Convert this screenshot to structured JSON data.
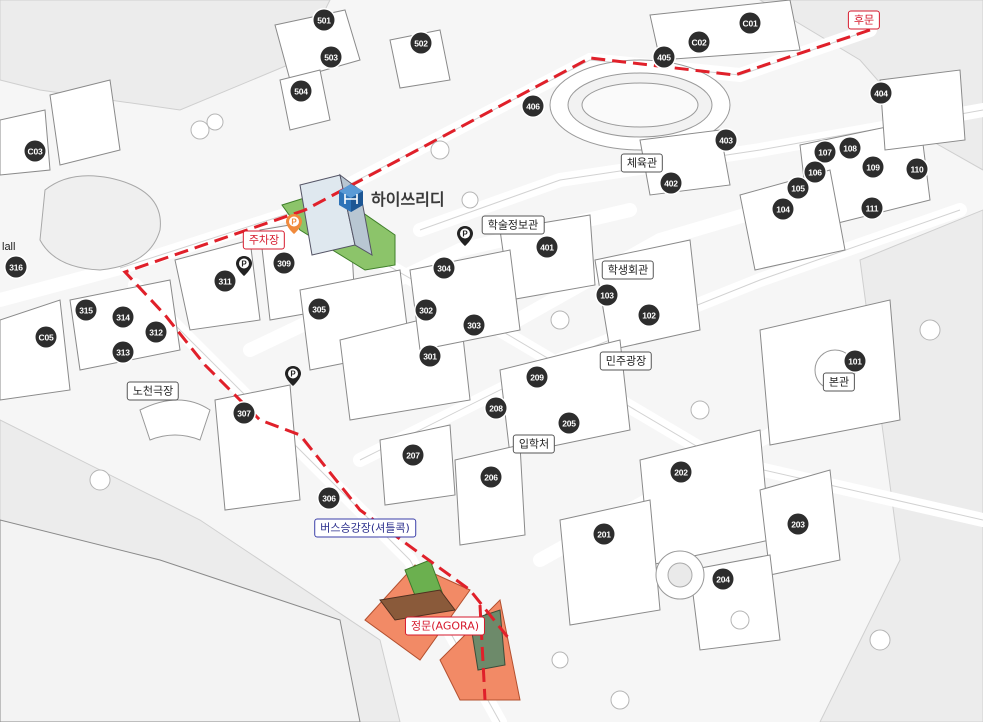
{
  "brand": {
    "name": "하이쓰리디",
    "color": "#2e73b8"
  },
  "colors": {
    "route": "#e0202a",
    "pin": "#222222",
    "parking_accent": "#f08a3c",
    "building_marker": "#2d2d2d",
    "gate_area": "#f07a5a",
    "green": "#5fae4a"
  },
  "edge_text": "lall",
  "buildings": [
    "501",
    "502",
    "503",
    "504",
    "C01",
    "C02",
    "C03",
    "C05",
    "405",
    "406",
    "404",
    "403",
    "402",
    "107",
    "108",
    "106",
    "109",
    "110",
    "105",
    "104",
    "111",
    "401",
    "304",
    "303",
    "302",
    "301",
    "305",
    "309",
    "311",
    "316",
    "315",
    "314",
    "312",
    "313",
    "307",
    "306",
    "103",
    "102",
    "101",
    "209",
    "208",
    "205",
    "207",
    "206",
    "202",
    "203",
    "201",
    "204"
  ],
  "labels": {
    "back_gate": "후문",
    "gym": "체육관",
    "library": "학술정보관",
    "student_hall": "학생회관",
    "democracy_square": "민주광장",
    "main_hall": "본관",
    "admissions": "입학처",
    "open_theater": "노천극장",
    "parking": "주차장",
    "bus_stop": "버스승강장(셔틀콕)",
    "main_gate": "정문(AGORA)"
  },
  "icons": {
    "parking_pin": "parking-pin-icon",
    "brand_logo": "cube-logo-icon"
  }
}
